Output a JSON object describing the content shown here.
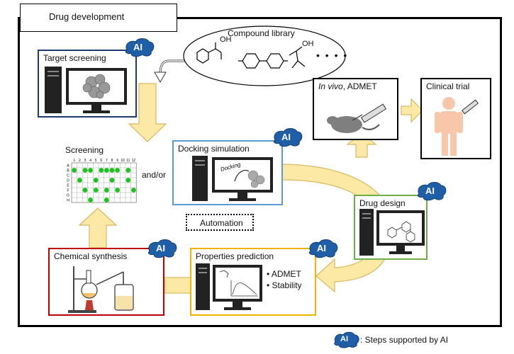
{
  "title": "Drug development",
  "compound_library": {
    "label": "Compound library",
    "oh_1": "OH",
    "oh_2": "OH",
    "ellipsis": "• • • •"
  },
  "target_screening": {
    "label": "Target screening"
  },
  "in_vivo": {
    "label_italic": "In vivo",
    "label_rest": ", ADMET"
  },
  "clinical_trial": {
    "label": "Clinical trial"
  },
  "screening": {
    "label": "Screening",
    "columns": [
      "1",
      "2",
      "3",
      "4",
      "5",
      "6",
      "7",
      "8",
      "9",
      "10",
      "11",
      "12"
    ],
    "rows": [
      "A",
      "B",
      "C",
      "D",
      "E",
      "F",
      "G",
      "H"
    ]
  },
  "and_or": "and/or",
  "docking": {
    "label": "Docking simulation",
    "screen_text": "Docking"
  },
  "drug_design": {
    "label": "Drug design"
  },
  "automation": {
    "label": "Automation"
  },
  "chemical_synthesis": {
    "label": "Chemical synthesis"
  },
  "properties": {
    "label": "Properties prediction",
    "items": [
      "• ADMET",
      "• Stability"
    ]
  },
  "ai_badge": "AI",
  "legend": {
    "badge": "AI",
    "text": ": Steps supported by AI"
  },
  "colors": {
    "target_screening_border": "#1f3a6e",
    "docking_border": "#5b9bd5",
    "drug_design_border": "#70ad47",
    "chemical_synthesis_border": "#c00000",
    "properties_border": "#f0b400",
    "arrow_fill": "#fde9a6",
    "arrow_stroke": "#d6b860",
    "ai_badge_fill": "#1f5fa8",
    "well_green": "#1fc31f"
  }
}
